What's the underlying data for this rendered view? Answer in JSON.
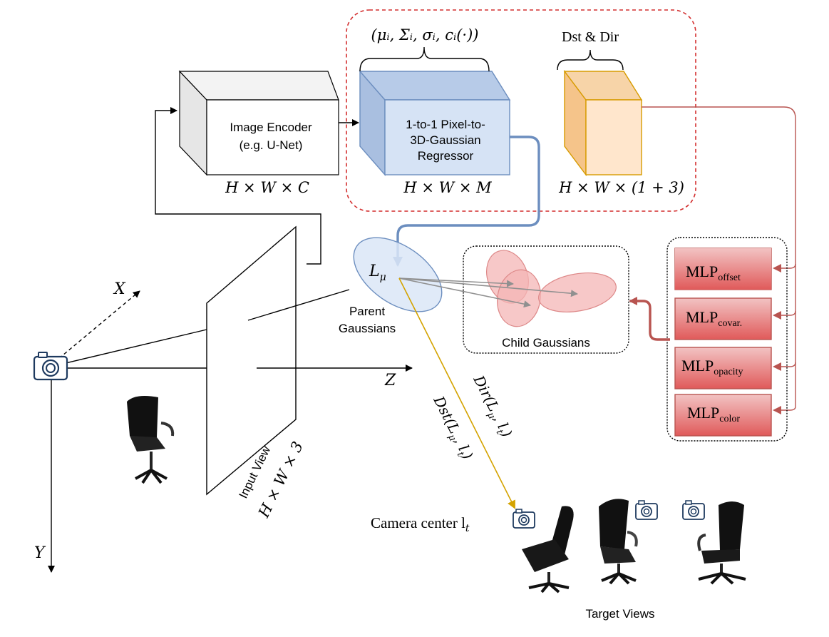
{
  "encoder": {
    "label_line1": "Image Encoder",
    "label_line2": "(e.g. U-Net)",
    "dims": "H × W × C"
  },
  "regressor": {
    "label_line1": "1-to-1 Pixel-to-",
    "label_line2": "3D-Gaussian",
    "label_line3": "Regressor",
    "dims": "H × W × M",
    "params": "(μᵢ, Σᵢ, σᵢ, cᵢ(·))"
  },
  "dst_dir": {
    "label": "Dst & Dir",
    "dims": "H × W × (1 + 3)"
  },
  "parent": {
    "symbol": "L",
    "symbol_sub": "μ",
    "label_line1": "Parent",
    "label_line2": "Gaussians"
  },
  "child": {
    "label": "Child Gaussians"
  },
  "mlps": [
    {
      "name": "MLP",
      "sub": "offset"
    },
    {
      "name": "MLP",
      "sub": "covar."
    },
    {
      "name": "MLP",
      "sub": "opacity"
    },
    {
      "name": "MLP",
      "sub": "color"
    }
  ],
  "axes": {
    "x": "X",
    "y": "Y",
    "z": "Z"
  },
  "input_view": {
    "label_line1": "Input View",
    "label_line2": "H × W × 3"
  },
  "dst_label": "Dst(L",
  "dir_label": "Dir(L",
  "dst_tail": ", l",
  "t_sub": "t",
  "close": ")",
  "camera_center": {
    "label": "Camera center l",
    "sub": "t"
  },
  "target_views": "Target Views",
  "colors": {
    "red_dashed": "#d32f2f",
    "blue_box": "#d6e3f5",
    "blue_stroke": "#6c8ebf",
    "orange_box": "#ffe6cc",
    "orange_stroke": "#d79b00",
    "mlp_fill": "#e05a5a",
    "mlp_stroke": "#b85450",
    "child_fill": "#f4b6b6",
    "parent_fill": "#dbe6f7",
    "gold_arrow": "#d4a300"
  }
}
